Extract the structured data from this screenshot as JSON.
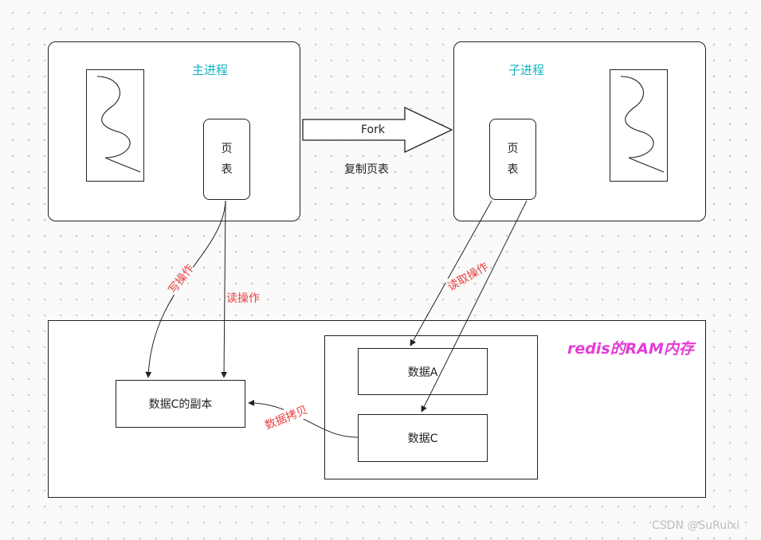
{
  "main_process": {
    "title": "主进程",
    "page_table": [
      "页",
      "表"
    ]
  },
  "child_process": {
    "title": "子进程",
    "page_table": [
      "页",
      "表"
    ]
  },
  "fork": {
    "arrow_label": "Fork",
    "caption": "复制页表"
  },
  "operations": {
    "write": "写操作",
    "read": "读操作",
    "child_read": "读取操作",
    "copy": "数据拷贝"
  },
  "memory": {
    "title": "redis的RAM内存",
    "data_a": "数据A",
    "data_c": "数据C",
    "data_c_copy": "数据C的副本"
  },
  "watermark": "CSDN @SuRuixi",
  "colors": {
    "process_title": "#17b3bf",
    "operation_label": "#e74040",
    "memory_title": "#e43bd8"
  }
}
